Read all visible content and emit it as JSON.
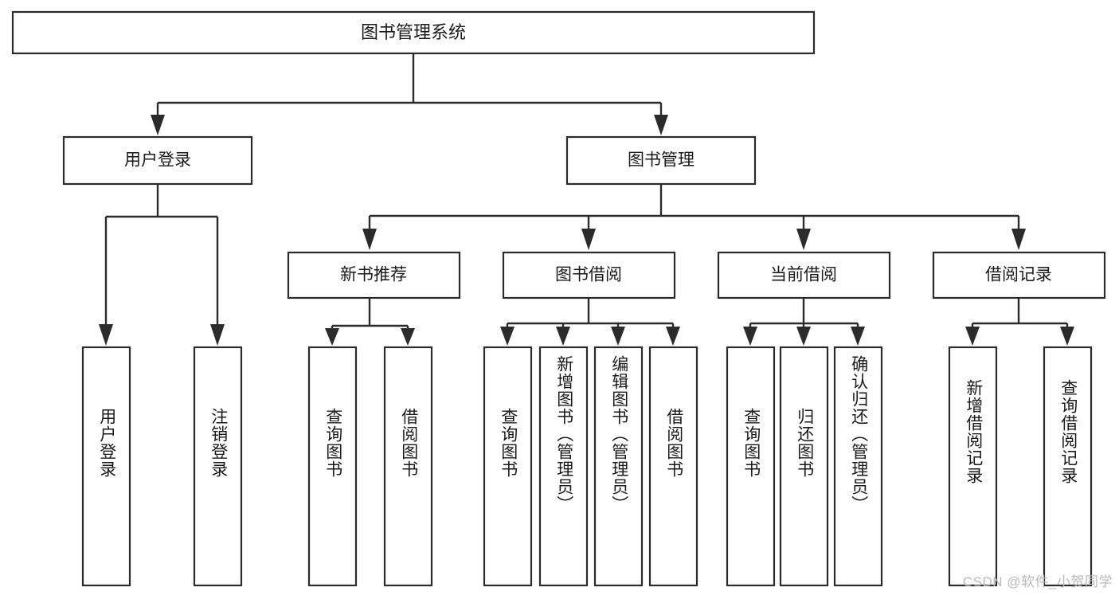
{
  "diagram": {
    "type": "tree-hierarchy",
    "title": "图书管理系统",
    "root": {
      "id": "root",
      "label": "图书管理系统"
    },
    "level1": [
      {
        "id": "user-login",
        "label": "用户登录"
      },
      {
        "id": "book-manage",
        "label": "图书管理"
      }
    ],
    "level2": [
      {
        "id": "new-book-recommend",
        "label": "新书推荐",
        "parent": "book-manage"
      },
      {
        "id": "book-borrow",
        "label": "图书借阅",
        "parent": "book-manage"
      },
      {
        "id": "current-borrow",
        "label": "当前借阅",
        "parent": "book-manage"
      },
      {
        "id": "borrow-record",
        "label": "借阅记录",
        "parent": "book-manage"
      }
    ],
    "leaves": [
      {
        "id": "leaf-user-login",
        "label": "用户登录",
        "parent": "user-login"
      },
      {
        "id": "leaf-logout-login",
        "label": "注销登录",
        "parent": "user-login"
      },
      {
        "id": "leaf-query-book-1",
        "label": "查询图书",
        "parent": "new-book-recommend"
      },
      {
        "id": "leaf-borrow-book-1",
        "label": "借阅图书",
        "parent": "new-book-recommend"
      },
      {
        "id": "leaf-query-book-2",
        "label": "查询图书",
        "parent": "book-borrow"
      },
      {
        "id": "leaf-add-book",
        "label": "新增图书（管理员）",
        "parent": "book-borrow"
      },
      {
        "id": "leaf-edit-book",
        "label": "编辑图书（管理员）",
        "parent": "book-borrow"
      },
      {
        "id": "leaf-borrow-book-2",
        "label": "借阅图书",
        "parent": "book-borrow"
      },
      {
        "id": "leaf-query-book-3",
        "label": "查询图书",
        "parent": "current-borrow"
      },
      {
        "id": "leaf-return-book",
        "label": "归还图书",
        "parent": "current-borrow"
      },
      {
        "id": "leaf-confirm-return",
        "label": "确认归还（管理员）",
        "parent": "current-borrow"
      },
      {
        "id": "leaf-add-record",
        "label": "新增借阅记录",
        "parent": "borrow-record"
      },
      {
        "id": "leaf-query-record",
        "label": "查询借阅记录",
        "parent": "borrow-record"
      }
    ]
  },
  "watermark": {
    "text": "CSDN @软件_小贺同学"
  },
  "colors": {
    "stroke": "#2b2b2b",
    "fill": "#ffffff",
    "text": "#1a1a1a",
    "watermark": "#b9b9b9"
  }
}
